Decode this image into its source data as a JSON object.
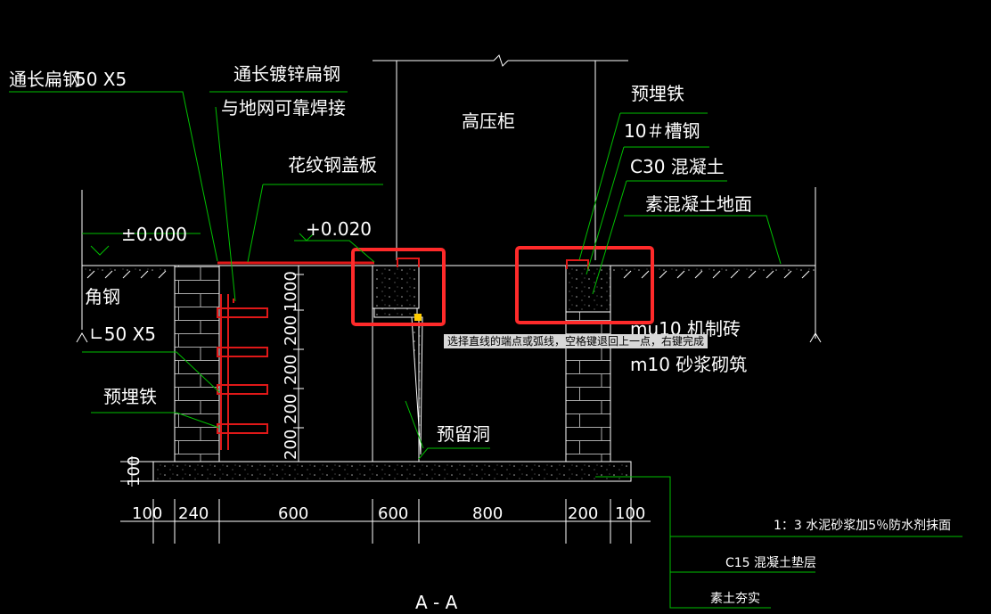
{
  "labels": {
    "flat_steel_left": "通长扁钢",
    "flat_steel_left_size": "50 X5",
    "galv_flat_steel_1": "通长镀锌扁钢",
    "galv_flat_steel_2": "与地网可靠焊接",
    "hv_cabinet": "高压柜",
    "embedded_iron_top": "预埋铁",
    "channel_steel": "10＃槽钢",
    "concrete_c30": "C30 混凝土",
    "plain_concrete_floor": "素混凝土地面",
    "checker_plate": "花纹钢盖板",
    "elev_zero": "±0.000",
    "elev_020": "+0.020",
    "angle_steel": "角钢",
    "angle_steel_size": "∟50 X5",
    "embedded_iron_left": "预埋铁",
    "brick_1": "mu10 机制砖",
    "brick_2": "m10 砂浆砌筑",
    "reserved_hole": "预留洞",
    "waterproof_finish": "1：3 水泥砂浆加5％防水剂抹面",
    "c15_cushion": "C15 混凝土垫层",
    "rammed_soil": "素土夯实",
    "section_title": "A - A",
    "slab_thickness": "100",
    "step_1": "200",
    "step_2": "200",
    "step_3": "200",
    "step_4": "200",
    "depth_total": "1000"
  },
  "dimensions": [
    "100",
    "240",
    "600",
    "600",
    "800",
    "200",
    "100"
  ],
  "command_tooltip": "选择直线的端点或弧线，空格键退回上一点，右键完成",
  "colors": {
    "background": "#000000",
    "lines": "#ffffff",
    "leaders": "#00c000",
    "steel": "#e01818",
    "highlight_box": "#ff2a2a",
    "elevation": "#ffff00"
  }
}
